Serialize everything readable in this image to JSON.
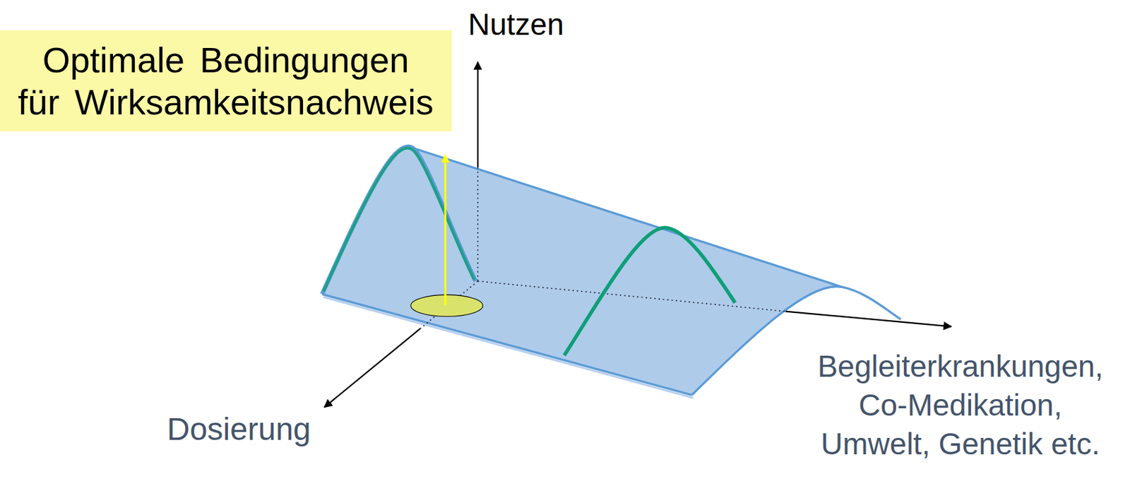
{
  "diagram": {
    "nodes": [
      {
        "text": [
          "Optimale Bedingungen für Wirksamkeitsnachweis"
        ]
      }
    ],
    "labels": [
      "Nutzen",
      "Dosierung",
      "Begleiterkrankungen, Co-Medikation, Umwelt, Genetik etc."
    ]
  }
}
